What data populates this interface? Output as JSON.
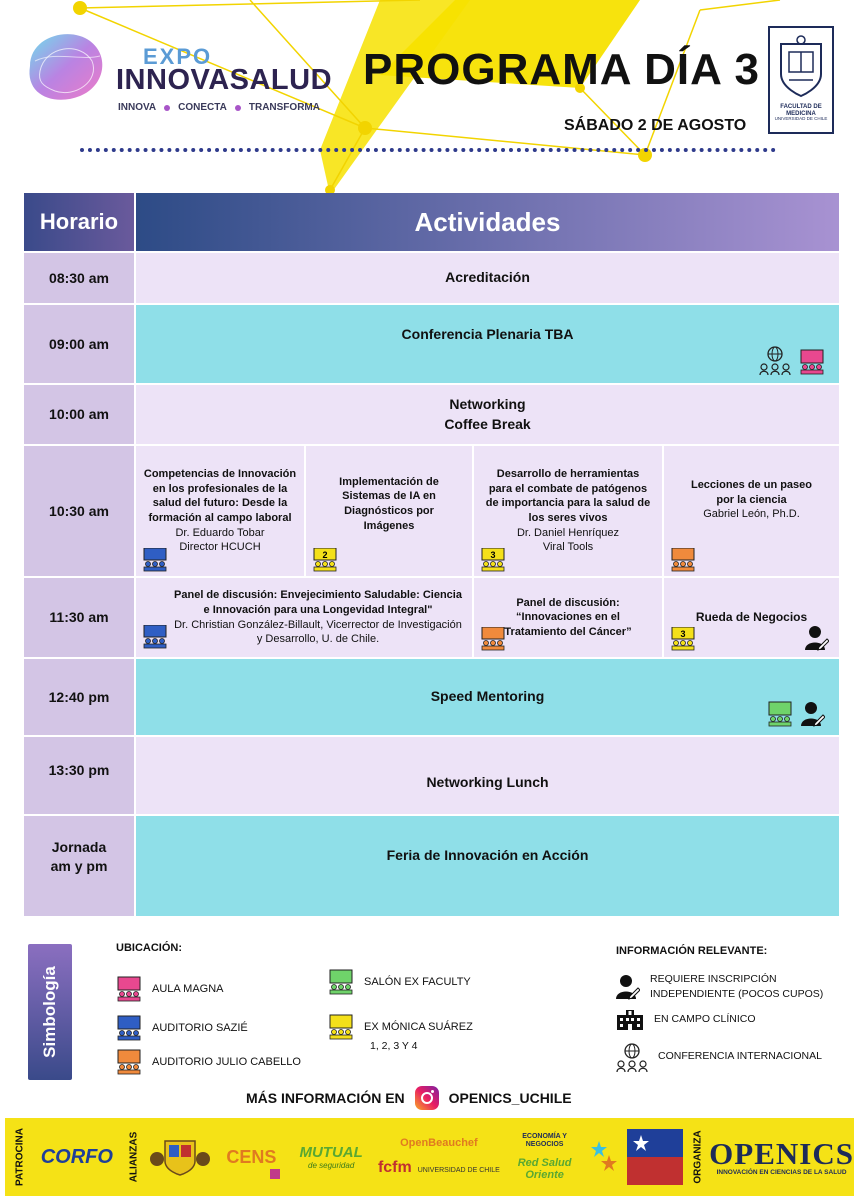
{
  "header": {
    "logo_expo": "EXPO",
    "logo_main": "INNOVASALUD",
    "logo_tags": [
      "INNOVA",
      "CONECTA",
      "TRANSFORMA"
    ],
    "title": "PROGRAMA DÍA 3",
    "date": "SÁBADO 2 DE AGOSTO",
    "seal_line1": "FACULTAD DE MEDICINA",
    "seal_line2": "UNIVERSIDAD DE CHILE"
  },
  "table": {
    "col_time": "Horario",
    "col_activities": "Actividades",
    "rows": [
      {
        "time": "08:30 am",
        "activity": "Acreditación"
      },
      {
        "time": "09:00 am",
        "activity": "Conferencia Plenaria TBA"
      },
      {
        "time": "10:00 am",
        "line1": "Networking",
        "line2": "Coffee Break"
      },
      {
        "time": "10:30 am",
        "sessions": [
          {
            "title": "Competencias de Innovación en los profesionales de la salud del futuro: Desde la formación al campo laboral",
            "speaker": "Dr. Eduardo Tobar",
            "role": "Director HCUCH"
          },
          {
            "title": "Implementación de Sistemas de IA en Diagnósticos por Imágenes",
            "badge": "2"
          },
          {
            "title": "Desarrollo de herramientas para el combate de patógenos de importancia para la salud de los seres vivos",
            "speaker": "Dr. Daniel Henríquez",
            "role": "Viral Tools",
            "badge": "3"
          },
          {
            "title": "Lecciones de un paseo por la ciencia",
            "speaker": "Gabriel León, Ph.D."
          }
        ]
      },
      {
        "time": "11:30 am",
        "sessions": [
          {
            "title": "Panel de discusión: Envejecimiento Saludable: Ciencia e Innovación para una Longevidad Integral\"",
            "speaker": "Dr. Christian González-Billault, Vicerrector de Investigación y Desarrollo, U. de Chile."
          },
          {
            "title1": "Panel de discusión:",
            "title2": "“Innovaciones en el Tratamiento del Cáncer”"
          },
          {
            "title": "Rueda de Negocios",
            "badge": "3"
          }
        ]
      },
      {
        "time": "12:40 pm",
        "activity": "Speed Mentoring"
      },
      {
        "time": "13:30 pm",
        "activity": "Networking Lunch"
      },
      {
        "time1": "Jornada",
        "time2": "am y pm",
        "activity": "Feria de Innovación en Acción"
      }
    ]
  },
  "legend": {
    "tab": "Simbología",
    "location_heading": "UBICACIÓN:",
    "locations": [
      "AULA MAGNA",
      "AUDITORIO SAZIÉ",
      "AUDITORIO JULIO CABELLO",
      "SALÓN EX FACULTY",
      "EX MÓNICA SUÁREZ",
      "1, 2, 3 Y 4"
    ],
    "info_heading": "INFORMACIÓN RELEVANTE:",
    "info": [
      "REQUIERE INSCRIPCIÓN",
      "INDEPENDIENTE (POCOS CUPOS)",
      "EN CAMPO CLÍNICO",
      "CONFERENCIA INTERNACIONAL"
    ]
  },
  "more_info": {
    "label": "MÁS INFORMACIÓN EN",
    "handle": "OPENICS_UCHILE"
  },
  "footer": {
    "patrocina": "PATROCINA",
    "alianzas": "ALIANZAS",
    "organiza": "ORGANIZA",
    "corfo": "CORFO",
    "cens": "CENS",
    "mutual": "MUTUAL",
    "mutual_sub": "de seguridad",
    "openbeauchef": "OpenBeauchef",
    "fcfm": "fcfm",
    "fcfm_sub": "UNIVERSIDAD DE CHILE",
    "econ": "ECONOMÍA Y NEGOCIOS",
    "redsalud1": "Red Salud",
    "redsalud2": "Oriente",
    "openics": "OPENICS",
    "openics_sub": "INNOVACIÓN EN CIENCIAS DE LA SALUD"
  },
  "colors": {
    "aula_magna": "#e8488f",
    "auditorio_sazie": "#2f5ec4",
    "julio_cabello": "#f08a3c",
    "ex_faculty": "#6fd36a",
    "ex_monica": "#f4e01a",
    "cyan_row": "#8fdfe8",
    "lavender_row": "#ede3f7",
    "time_cell": "#d3c5e5"
  }
}
